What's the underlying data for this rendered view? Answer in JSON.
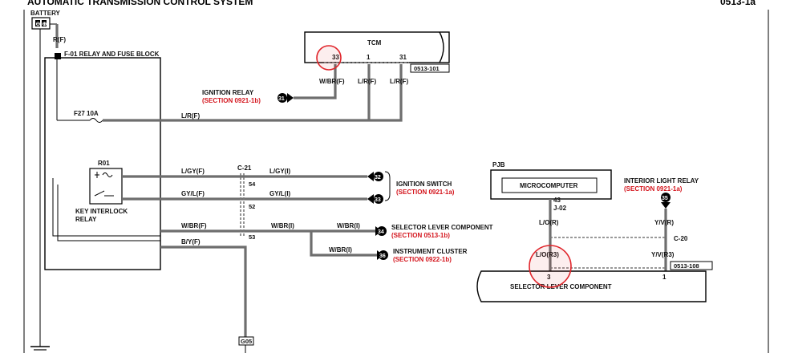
{
  "header": {
    "title": "AUTOMATIC TRANSMISSION CONTROL SYSTEM",
    "ref": "0513-1a"
  },
  "battery": {
    "label": "BATTERY",
    "wire": "R(F)"
  },
  "fuse_block": {
    "label": "F-01 RELAY AND FUSE BLOCK",
    "fuse": "F27 10A",
    "wire": "L/R(F)"
  },
  "tcm": {
    "label": "TCM",
    "pins": [
      "33",
      "1",
      "31"
    ],
    "wires": [
      "W/BR(F)",
      "L/R(F)",
      "L/R(F)"
    ],
    "connector": "0513-101"
  },
  "ignition_relay": {
    "label": "IGNITION RELAY",
    "section": "(SECTION 0921-1b)",
    "ref": "31"
  },
  "relay": {
    "id": "R01",
    "label_line1": "KEY INTERLOCK",
    "label_line2": "RELAY"
  },
  "c21": {
    "label": "C-21",
    "pins": [
      "54",
      "52",
      "53"
    ]
  },
  "wires_left": [
    "L/GY(F)",
    "GY/L(F)",
    "W/BR(F)",
    "B/Y(F)"
  ],
  "wires_right": [
    "L/GY(I)",
    "GY/L(I)",
    "W/BR(I)",
    "W/BR(I)",
    "W/BR(I)"
  ],
  "ignition_switch": {
    "label": "IGNITION SWITCH",
    "section": "(SECTION 0921-1a)",
    "refs": [
      "32",
      "33"
    ]
  },
  "selector_lever": {
    "label": "SELECTOR LEVER COMPONENT",
    "section": "(SECTION 0513-1b)",
    "ref": "34"
  },
  "instrument_cluster": {
    "label": "INSTRUMENT CLUSTER",
    "section": "(SECTION 0922-1b)",
    "ref": "36"
  },
  "pjb": {
    "label": "PJB",
    "micro": "MICROCOMPUTER",
    "pin": "43",
    "conn": "J-02",
    "wire": "L/O(R)"
  },
  "interior_relay": {
    "label": "INTERIOR LIGHT RELAY",
    "section": "(SECTION 0921-1a)",
    "ref": "35",
    "wire": "Y/V(R)"
  },
  "c20": {
    "label": "C-20"
  },
  "selector_box": {
    "label": "SELECTOR LEVER COMPONENT",
    "pins": [
      "3",
      "1"
    ],
    "wires": [
      "L/O(R3)",
      "Y/V(R3)"
    ],
    "connector": "0513-108"
  },
  "ground": {
    "label": "G05"
  },
  "colors": {
    "highlight": "#e0242a",
    "section_text": "#d4141c",
    "wire": "#6e6e6e"
  }
}
